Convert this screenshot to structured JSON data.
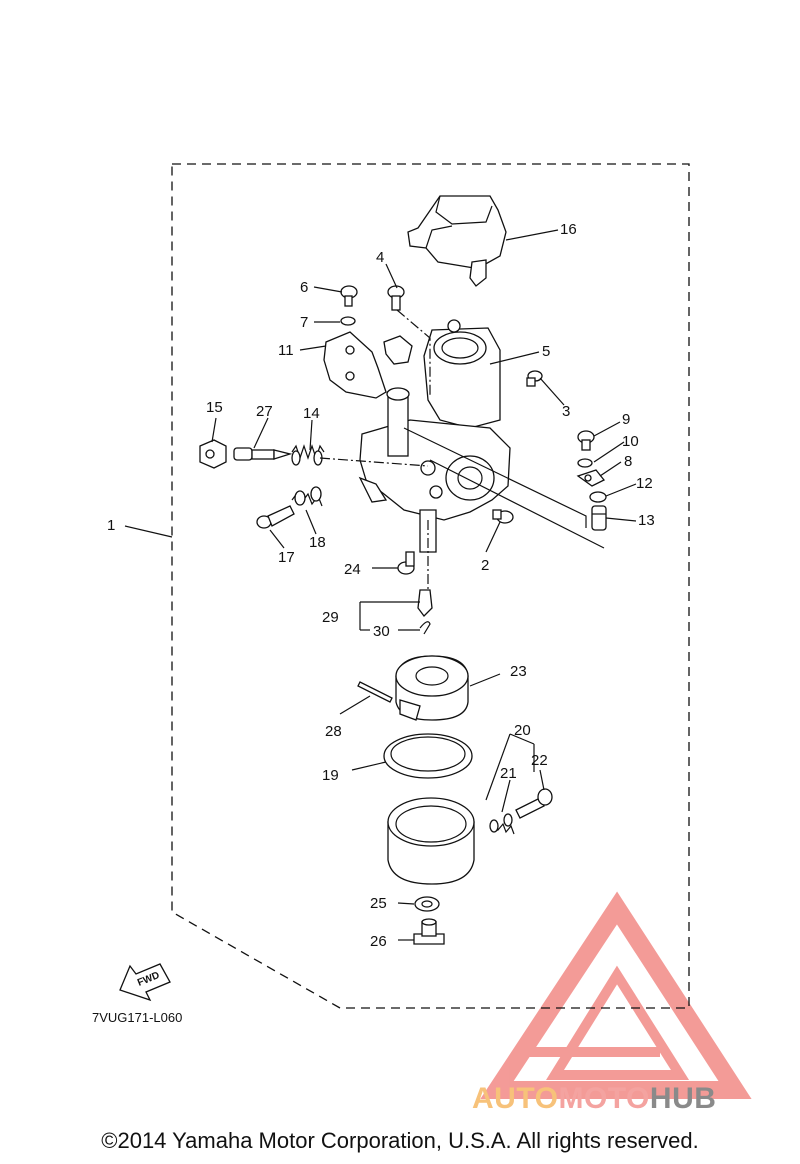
{
  "diagram": {
    "code": "7VUG171-L060",
    "fwd_label": "FWD",
    "callouts": [
      {
        "id": "1",
        "text": "1"
      },
      {
        "id": "2",
        "text": "2"
      },
      {
        "id": "3",
        "text": "3"
      },
      {
        "id": "4",
        "text": "4"
      },
      {
        "id": "5",
        "text": "5"
      },
      {
        "id": "6",
        "text": "6"
      },
      {
        "id": "7",
        "text": "7"
      },
      {
        "id": "8",
        "text": "8"
      },
      {
        "id": "9",
        "text": "9"
      },
      {
        "id": "10",
        "text": "10"
      },
      {
        "id": "11",
        "text": "11"
      },
      {
        "id": "12",
        "text": "12"
      },
      {
        "id": "13",
        "text": "13"
      },
      {
        "id": "14",
        "text": "14"
      },
      {
        "id": "15",
        "text": "15"
      },
      {
        "id": "16",
        "text": "16"
      },
      {
        "id": "17",
        "text": "17"
      },
      {
        "id": "18",
        "text": "18"
      },
      {
        "id": "19",
        "text": "19"
      },
      {
        "id": "20",
        "text": "20"
      },
      {
        "id": "21",
        "text": "21"
      },
      {
        "id": "22",
        "text": "22"
      },
      {
        "id": "23",
        "text": "23"
      },
      {
        "id": "24",
        "text": "24"
      },
      {
        "id": "25",
        "text": "25"
      },
      {
        "id": "26",
        "text": "26"
      },
      {
        "id": "27",
        "text": "27"
      },
      {
        "id": "28",
        "text": "28"
      },
      {
        "id": "29",
        "text": "29"
      },
      {
        "id": "30",
        "text": "30"
      }
    ]
  },
  "watermark": {
    "part1": "AUTO",
    "part2": "MOTO",
    "part3": "HUB",
    "color1": "#f7c27a",
    "color2": "#f4a3a0",
    "color3": "#8a8a8a",
    "triangle_color": "#f28a86"
  },
  "footer": {
    "copyright": "©2014 Yamaha Motor Corporation, U.S.A. All rights reserved."
  }
}
